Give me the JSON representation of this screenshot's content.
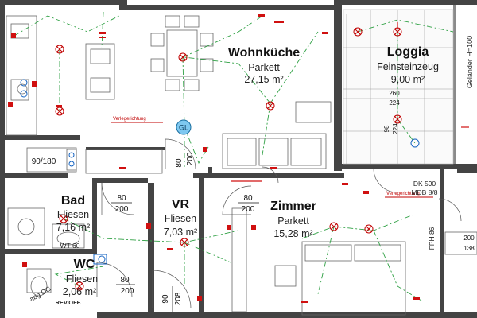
{
  "rooms": {
    "wohnkueche": {
      "name": "Wohnküche",
      "floor": "Parkett",
      "area": "27,15 m²"
    },
    "loggia": {
      "name": "Loggia",
      "floor": "Feinsteinzeug",
      "area": "9,00 m²"
    },
    "bad": {
      "name": "Bad",
      "floor": "Fliesen",
      "area": "7,16 m²"
    },
    "vr": {
      "name": "VR",
      "floor": "Fliesen",
      "area": "7,03 m²"
    },
    "zimmer": {
      "name": "Zimmer",
      "floor": "Parkett",
      "area": "15,28 m²"
    },
    "wc": {
      "name": "WC",
      "floor": "Fliesen",
      "area": "2,06 m²"
    }
  },
  "labels": {
    "gl": "GL",
    "gelaender": "Geländer H=100",
    "dk": "DK 590",
    "mdb": "MDB 8/8",
    "fph": "FPH 86",
    "abg_dg": "abg DG",
    "rev_off": "REV.OFF.",
    "wt": "WT 60",
    "verlegerichtung_1": "Verlegerichtung",
    "verlegerichtung_2": "Verlegerichtung"
  },
  "dimensions": {
    "bad_niche": "90/180",
    "door_bad_w": "80",
    "door_bad_h": "200",
    "door_vr_w": "80",
    "door_vr_h": "200",
    "door_zimmer_w": "80",
    "door_zimmer_h": "200",
    "door_wc_w": "80",
    "door_wc_h": "200",
    "door_entry_w": "90",
    "door_entry_h": "208",
    "loggia_260": "260",
    "loggia_224": "224",
    "loggia_98": "98",
    "loggia_224_v": "224",
    "right_200": "200",
    "right_138": "138"
  }
}
